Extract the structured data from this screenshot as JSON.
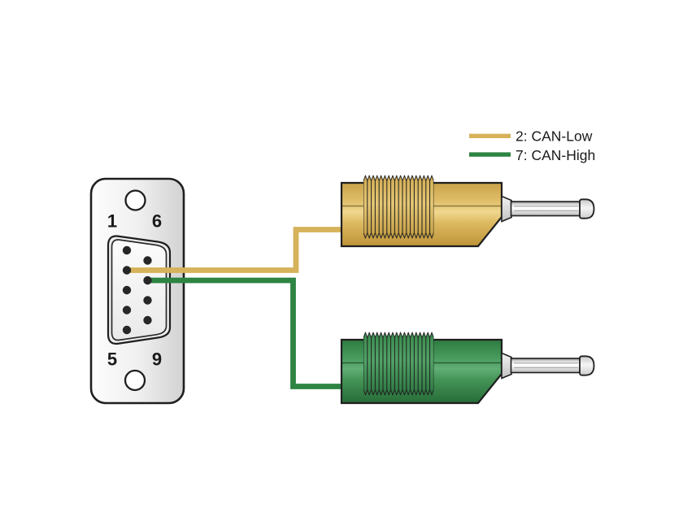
{
  "legend": {
    "items": [
      {
        "label": "2: CAN-Low",
        "color": "#D6B25A"
      },
      {
        "label": "7: CAN-High",
        "color": "#2E8442"
      }
    ]
  },
  "connector": {
    "pin_count": 9,
    "pin_labels": {
      "top_left": "1",
      "top_right": "6",
      "bottom_left": "5",
      "bottom_right": "9"
    }
  },
  "wires": [
    {
      "pin": "2",
      "signal": "CAN-Low",
      "color": "#D6B25A",
      "plug_color": "yellow"
    },
    {
      "pin": "7",
      "signal": "CAN-High",
      "color": "#2E8442",
      "plug_color": "green"
    }
  ],
  "colors": {
    "can_low": "#D6B25A",
    "can_high": "#2E8442",
    "plug_yellow": "#DDBA64",
    "plug_green": "#3E9154",
    "outline": "#1f1f1f",
    "background": "#FFFFFF"
  }
}
